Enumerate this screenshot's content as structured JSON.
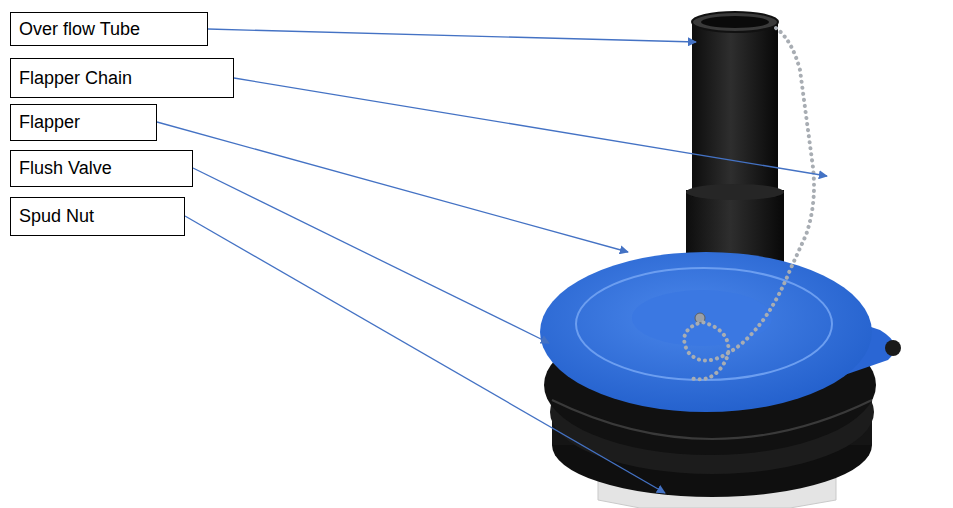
{
  "diagram": {
    "nodes": [
      {
        "text": [
          "Over flow Tube"
        ]
      },
      {
        "text": [
          "Flapper Chain"
        ]
      },
      {
        "text": [
          "Flapper"
        ]
      },
      {
        "text": [
          "Flush Valve"
        ]
      },
      {
        "text": [
          "Spud Nut"
        ]
      }
    ]
  }
}
